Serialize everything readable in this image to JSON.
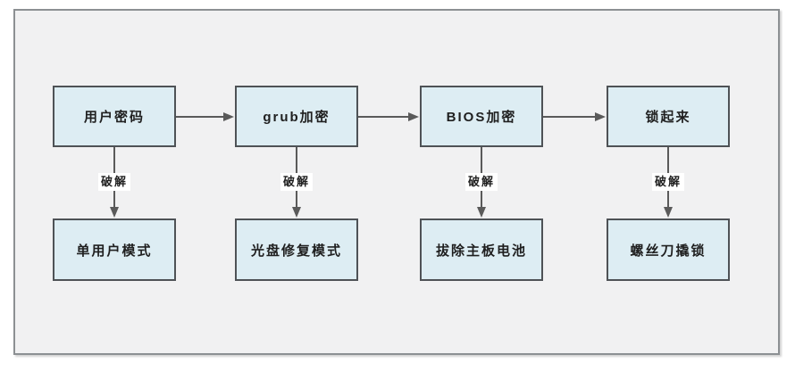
{
  "colors": {
    "page_bg": "#ffffff",
    "canvas_bg": "#f1f1f2",
    "frame_border": "#8c9093",
    "node_fill": "#ddedf3",
    "node_border": "#4e5256",
    "arrow": "#5a5a5a",
    "text": "#1f1f1f",
    "edge_label_bg": "#ffffff"
  },
  "flow": {
    "columns": [
      {
        "protection": "用户密码",
        "crack_label": "破解",
        "bypass": "单用户模式"
      },
      {
        "protection": "grub加密",
        "crack_label": "破解",
        "bypass": "光盘修复模式"
      },
      {
        "protection": "BIOS加密",
        "crack_label": "破解",
        "bypass": "拔除主板电池"
      },
      {
        "protection": "锁起来",
        "crack_label": "破解",
        "bypass": "螺丝刀撬锁"
      }
    ]
  }
}
